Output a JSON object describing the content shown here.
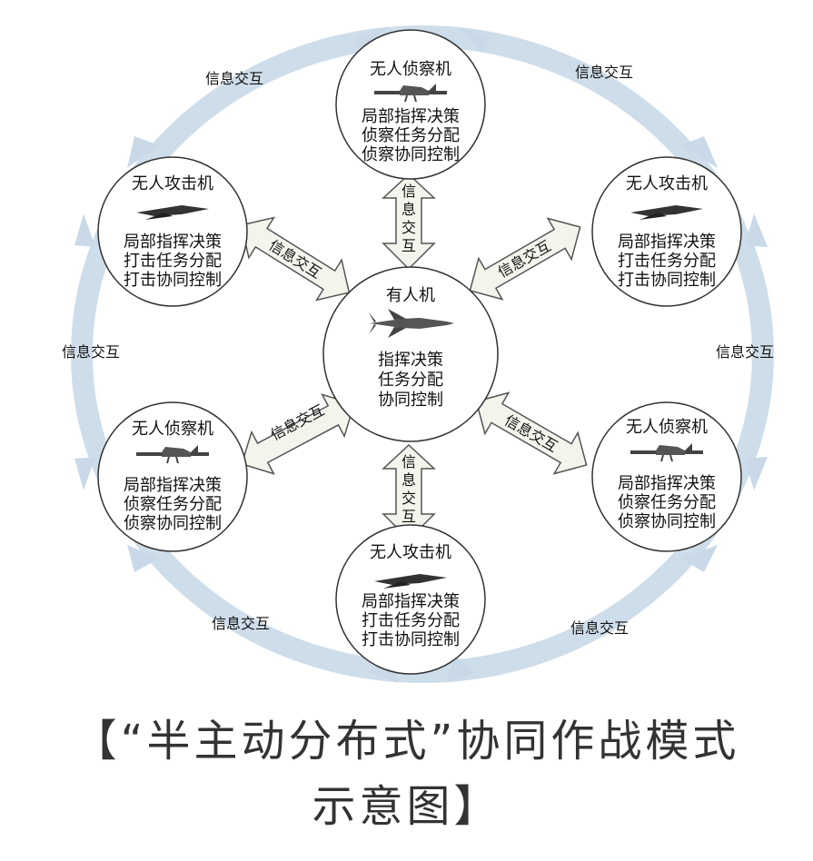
{
  "caption": {
    "line1": "【“半主动分布式”协同作战模式",
    "line2": "示意图】"
  },
  "center_node": {
    "title": "有人机",
    "icon": "fighter-jet-icon",
    "lines": [
      "指挥决策",
      "任务分配",
      "协同控制"
    ]
  },
  "nodes": {
    "top": {
      "title": "无人侦察机",
      "icon": "recon-drone-icon",
      "lines": [
        "局部指挥决策",
        "侦察任务分配",
        "侦察协同控制"
      ]
    },
    "upper_left": {
      "title": "无人攻击机",
      "icon": "attack-drone-icon",
      "lines": [
        "局部指挥决策",
        "打击任务分配",
        "打击协同控制"
      ]
    },
    "upper_right": {
      "title": "无人攻击机",
      "icon": "attack-drone-icon",
      "lines": [
        "局部指挥决策",
        "打击任务分配",
        "打击协同控制"
      ]
    },
    "lower_left": {
      "title": "无人侦察机",
      "icon": "recon-drone-icon",
      "lines": [
        "局部指挥决策",
        "侦察任务分配",
        "侦察协同控制"
      ]
    },
    "lower_right": {
      "title": "无人侦察机",
      "icon": "recon-drone-icon",
      "lines": [
        "局部指挥决策",
        "侦察任务分配",
        "侦察协同控制"
      ]
    },
    "bottom": {
      "title": "无人攻击机",
      "icon": "attack-drone-icon",
      "lines": [
        "局部指挥决策",
        "打击任务分配",
        "打击协同控制"
      ]
    }
  },
  "ring_labels": {
    "top_left": "信息交互",
    "top_right": "信息交互",
    "left": "信息交互",
    "right": "信息交互",
    "bottom_left": "信息交互",
    "bottom_right": "信息交互"
  },
  "link_labels": {
    "top": [
      "信",
      "息",
      "交",
      "互"
    ],
    "bottom": [
      "信",
      "息",
      "交",
      "互"
    ],
    "upper_left": "信息交互",
    "upper_right": "信息交互",
    "lower_left": "信息交互",
    "lower_right": "信息交互"
  },
  "colors": {
    "ring": "#c9d9e8",
    "arrow_fill": "#f4f4ec",
    "arrow_stroke": "#555555",
    "node_stroke": "#333333"
  }
}
